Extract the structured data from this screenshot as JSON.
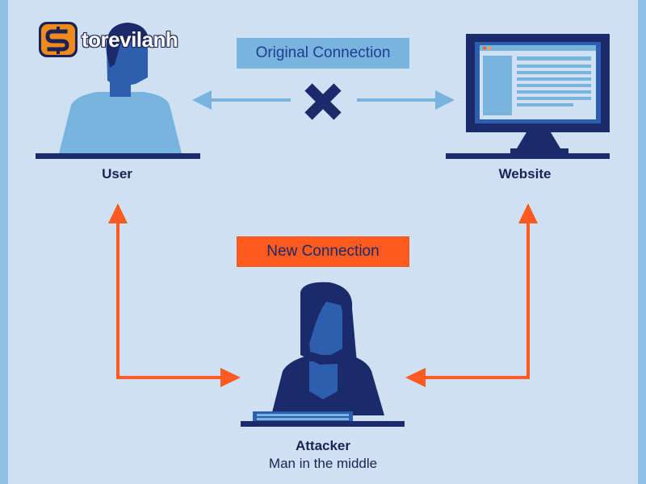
{
  "logo": {
    "text": "torevilanh"
  },
  "labels": {
    "original_connection": "Original Connection",
    "new_connection": "New Connection"
  },
  "nodes": {
    "user": "User",
    "website": "Website",
    "attacker": "Attacker",
    "attacker_subtitle": "Man in the middle"
  },
  "colors": {
    "background": "#cfe0f2",
    "original_arrow": "#79b4df",
    "new_arrow": "#ff5a1f",
    "figure_dark": "#1b2a6b",
    "figure_mid": "#2e5fae",
    "figure_light": "#79b4df"
  },
  "icons": [
    "logo-s-icon",
    "cross-icon",
    "user-icon",
    "website-monitor-icon",
    "attacker-icon",
    "keyboard-icon"
  ]
}
